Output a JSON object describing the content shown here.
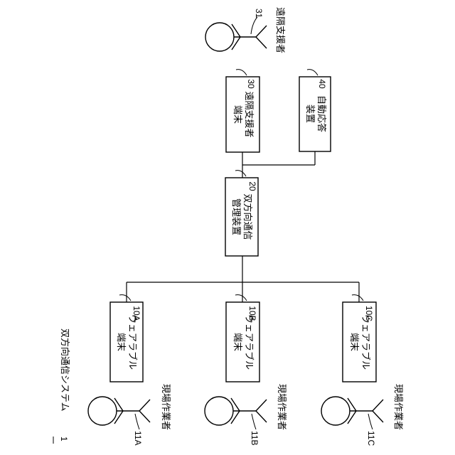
{
  "system": {
    "number": "1",
    "title": "双方向通信システム"
  },
  "devices": {
    "remote_terminal": {
      "ref": "30",
      "lines": [
        "遠隔支援者",
        "端末"
      ]
    },
    "auto_responder": {
      "ref": "40",
      "lines": [
        "自動応答",
        "装置"
      ]
    },
    "manager": {
      "ref": "20",
      "lines": [
        "双方向通信",
        "管理装置"
      ]
    },
    "wearable_a": {
      "ref": "10A",
      "lines": [
        "ウェアラブル",
        "端末"
      ]
    },
    "wearable_b": {
      "ref": "10B",
      "lines": [
        "ウェアラブル",
        "端末"
      ]
    },
    "wearable_c": {
      "ref": "10C",
      "lines": [
        "ウェアラブル",
        "端末"
      ]
    }
  },
  "people": {
    "remote_supporter": {
      "ref": "31",
      "label": "遠隔支援者"
    },
    "worker_a": {
      "ref": "11A",
      "label": "現場作業者"
    },
    "worker_b": {
      "ref": "11B",
      "label": "現場作業者"
    },
    "worker_c": {
      "ref": "11C",
      "label": "現場作業者"
    }
  }
}
